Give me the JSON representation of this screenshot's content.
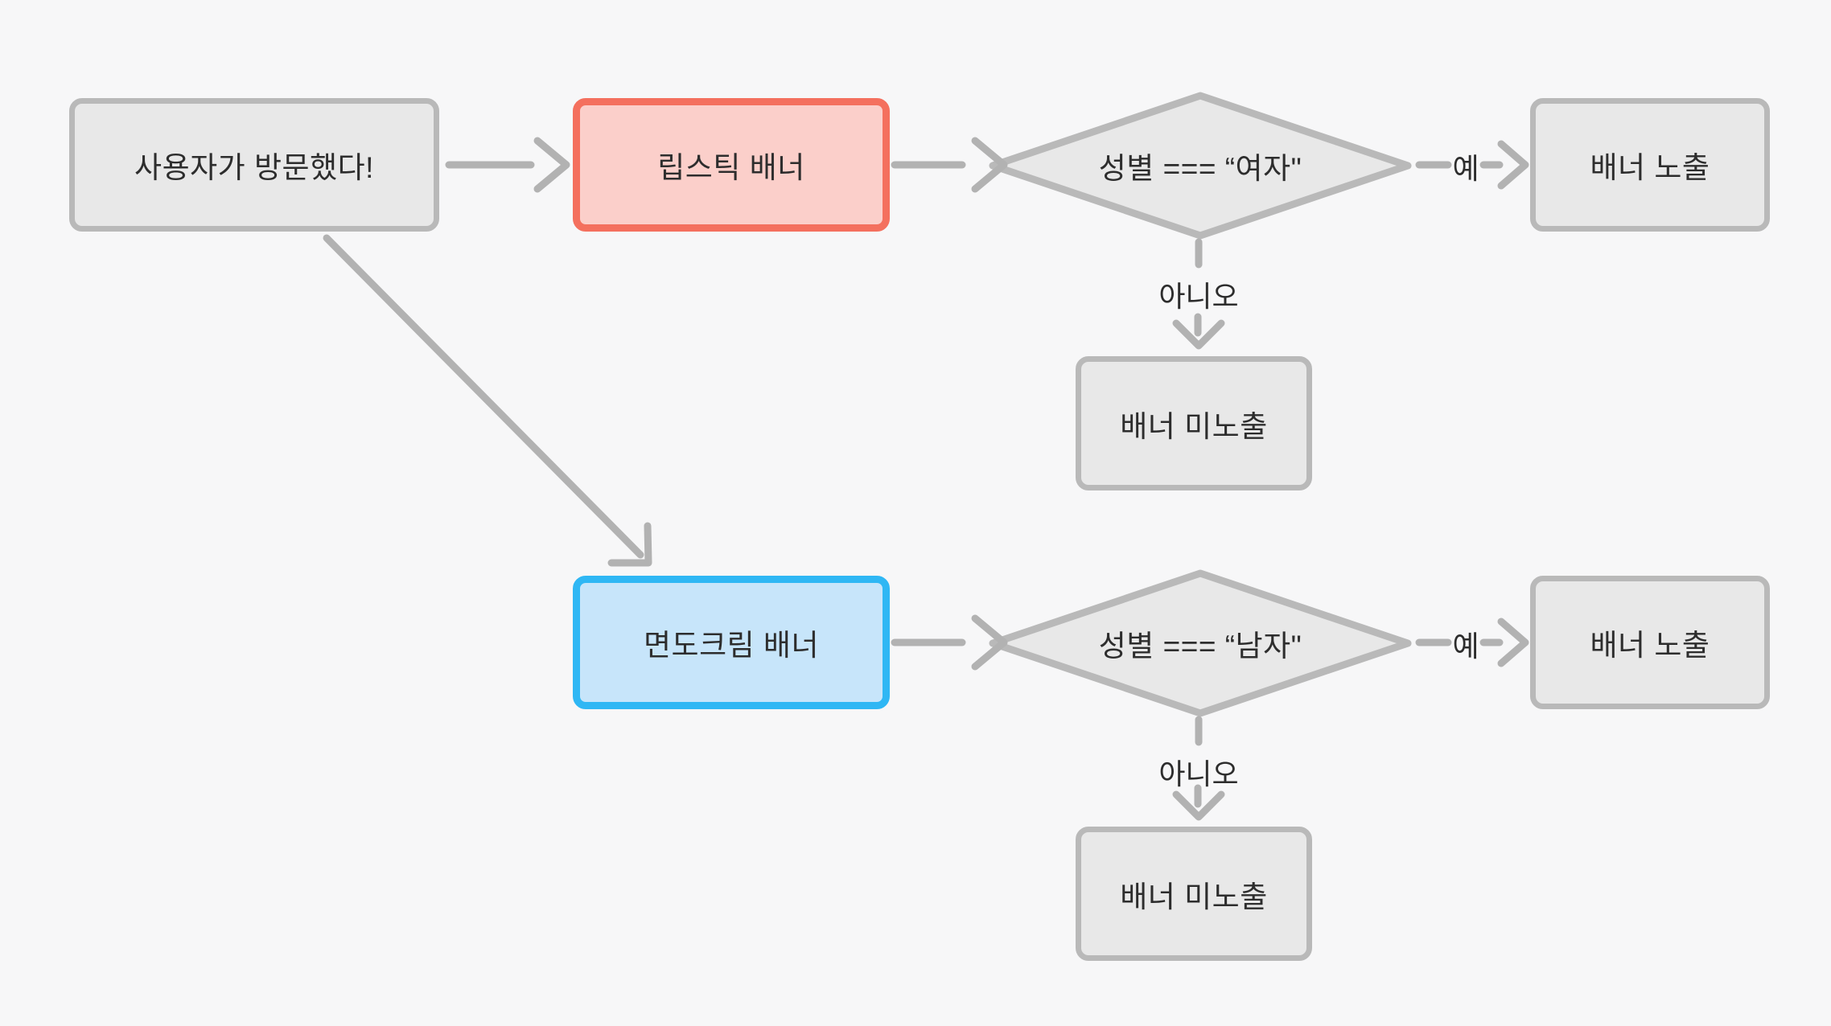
{
  "diagram": {
    "type": "flowchart",
    "language": "ko",
    "nodes": {
      "start": {
        "label": "사용자가 방문했다!",
        "shape": "rounded-rect",
        "variant": "gray"
      },
      "lipstick": {
        "label": "립스틱 배너",
        "shape": "rounded-rect",
        "variant": "red-highlight"
      },
      "shaving": {
        "label": "면도크림 배너",
        "shape": "rounded-rect",
        "variant": "blue-highlight"
      },
      "female_check": {
        "label": "성별 === “여자\"",
        "shape": "diamond",
        "variant": "gray"
      },
      "male_check": {
        "label": "성별 === “남자\"",
        "shape": "diamond",
        "variant": "gray"
      },
      "show_female": {
        "label": "배너 노출",
        "shape": "rounded-rect",
        "variant": "gray"
      },
      "hide_female": {
        "label": "배너 미노출",
        "shape": "rounded-rect",
        "variant": "gray"
      },
      "show_male": {
        "label": "배너 노출",
        "shape": "rounded-rect",
        "variant": "gray"
      },
      "hide_male": {
        "label": "배너 미노출",
        "shape": "rounded-rect",
        "variant": "gray"
      }
    },
    "edges": {
      "start_to_lipstick": {
        "label": ""
      },
      "start_to_shaving": {
        "label": ""
      },
      "lipstick_to_check": {
        "label": ""
      },
      "shaving_to_check": {
        "label": ""
      },
      "female_yes": {
        "label": "예"
      },
      "female_no": {
        "label": "아니오"
      },
      "male_yes": {
        "label": "예"
      },
      "male_no": {
        "label": "아니오"
      }
    },
    "colors": {
      "background": "#f7f7f8",
      "node_fill": "#e8e8e8",
      "node_border": "#b9b9b9",
      "edge": "#b2b2b2",
      "text": "#2d2d2d",
      "lipstick_border": "#f4705e",
      "lipstick_fill": "#fbcfca",
      "shaving_border": "#2fb7f4",
      "shaving_fill": "#c7e5fa"
    }
  }
}
